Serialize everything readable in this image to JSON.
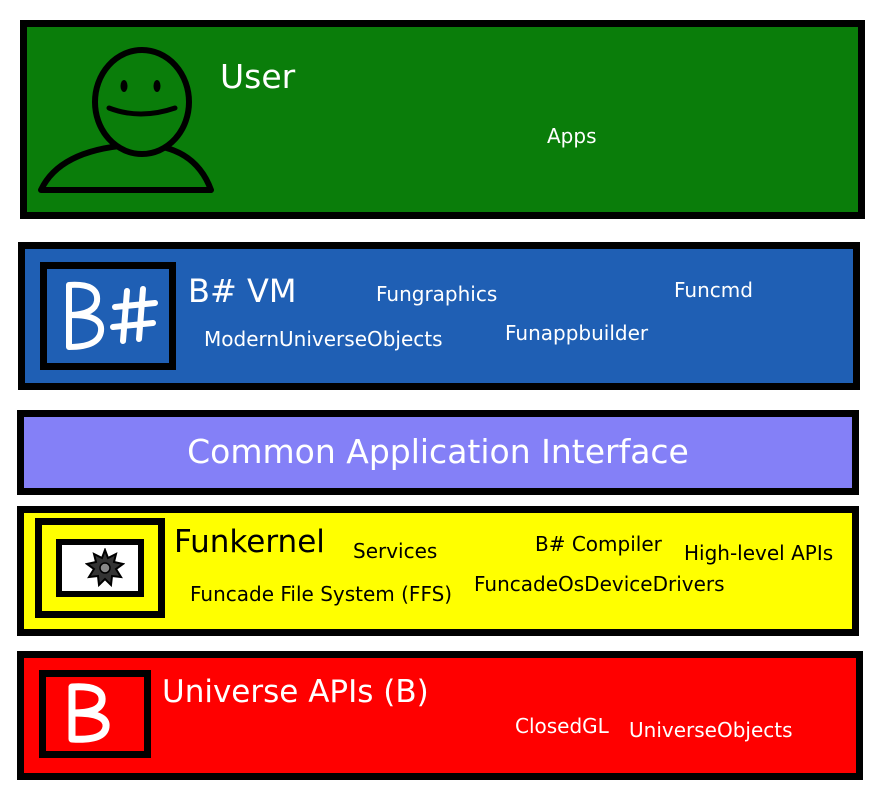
{
  "layers": {
    "user": {
      "title": "User",
      "items": [
        "Apps"
      ]
    },
    "vm": {
      "logo_text": "B#",
      "title": "B# VM",
      "items": [
        "Fungraphics",
        "Funcmd",
        "ModernUniverseObjects",
        "Funappbuilder"
      ]
    },
    "cai": {
      "title": "Common Application Interface"
    },
    "kernel": {
      "title": "Funkernel",
      "items": [
        "Services",
        "B# Compiler",
        "High-level APIs",
        "Funcade File System (FFS)",
        "FuncadeOsDeviceDrivers"
      ]
    },
    "universe": {
      "logo_text": "B",
      "title": "Universe APIs (B)",
      "items": [
        "ClosedGL",
        "UniverseObjects"
      ]
    }
  },
  "colors": {
    "user": "#0a7d0a",
    "vm": "#1f5fb4",
    "cai": "#8480f7",
    "kernel": "#ffff00",
    "universe": "#ff0000"
  },
  "icons": [
    "user-face-icon",
    "bsharp-logo-icon",
    "gear-icon",
    "b-logo-icon"
  ]
}
